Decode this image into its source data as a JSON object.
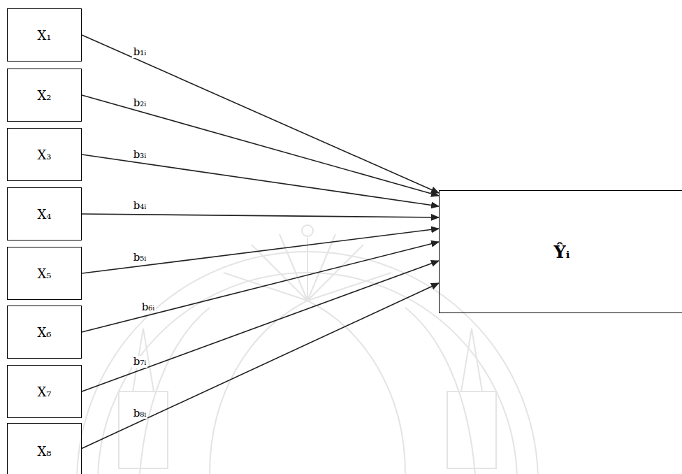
{
  "diagram": {
    "nodes": [
      {
        "text": [
          "X₁"
        ]
      },
      {
        "text": [
          "X₂"
        ]
      },
      {
        "text": [
          "X₃"
        ]
      },
      {
        "text": [
          "X₄"
        ]
      },
      {
        "text": [
          "X₅"
        ]
      },
      {
        "text": [
          "X₆"
        ]
      },
      {
        "text": [
          "X₇"
        ]
      },
      {
        "text": [
          "X₈"
        ]
      },
      {
        "text": [
          "Ŷᵢ"
        ]
      }
    ],
    "edges": [
      {
        "from": 0,
        "to": 8,
        "arrow": "to",
        "label": "b₁ᵢ"
      },
      {
        "from": 1,
        "to": 8,
        "arrow": "to",
        "label": "b₂ᵢ"
      },
      {
        "from": 2,
        "to": 8,
        "arrow": "to",
        "label": "b₃ᵢ"
      },
      {
        "from": 3,
        "to": 8,
        "arrow": "to",
        "label": "b₄ᵢ"
      },
      {
        "from": 4,
        "to": 8,
        "arrow": "to",
        "label": "b₅ᵢ"
      },
      {
        "from": 5,
        "to": 8,
        "arrow": "to",
        "label": "b₆ᵢ"
      },
      {
        "from": 6,
        "to": 8,
        "arrow": "to",
        "label": "b₇ᵢ"
      },
      {
        "from": 7,
        "to": 8,
        "arrow": "to",
        "label": "b₈ᵢ"
      }
    ]
  }
}
